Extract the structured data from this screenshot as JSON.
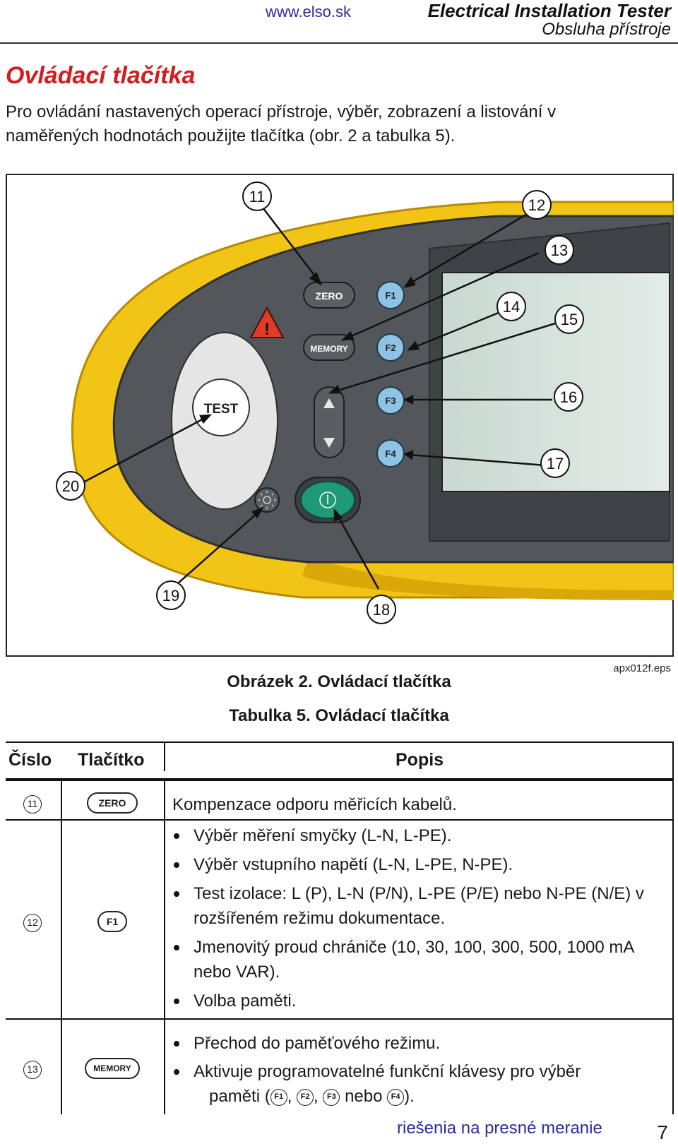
{
  "header": {
    "url": "www.elso.sk",
    "title": "Electrical Installation Tester",
    "subtitle": "Obsluha přístroje"
  },
  "section": {
    "title": "Ovládací tlačítka",
    "intro": "Pro ovládání nastavených operací přístroje, výběr, zobrazení a listování v naměřených hodnotách použijte tlačítka (obr. 2 a tabulka 5)."
  },
  "figure": {
    "buttons": {
      "zero": "ZERO",
      "memory": "MEMORY",
      "test": "TEST",
      "f1": "F1",
      "f2": "F2",
      "f3": "F3",
      "f4": "F4",
      "warning": "!"
    },
    "callouts": [
      "11",
      "12",
      "13",
      "14",
      "15",
      "16",
      "17",
      "18",
      "19",
      "20"
    ],
    "caption": "Obrázek 2. Ovládací tlačítka",
    "file": "apx012f.eps",
    "colors": {
      "housing": "#f2c416",
      "panel": "#53575c",
      "fkey": "#8fc3e6",
      "power": "#1e9a78",
      "warning": "#e23a23"
    }
  },
  "table": {
    "caption": "Tabulka 5. Ovládací tlačítka",
    "headers": [
      "Číslo",
      "Tlačítko",
      "Popis"
    ],
    "rows": [
      {
        "num": "11",
        "key": "ZERO",
        "text": "Kompenzace odporu měřicích kabelů."
      },
      {
        "num": "12",
        "key": "F1",
        "bullets": [
          "Výběr měření smyčky (L-N, L-PE).",
          "Výběr vstupního napětí (L-N, L-PE, N-PE).",
          "Test izolace: L (P), L-N (P/N), L-PE (P/E) nebo N-PE (N/E) v rozšířeném režimu dokumentace.",
          "Jmenovitý proud chrániče (10, 30, 100, 300, 500, 1000 mA nebo VAR).",
          "Volba paměti."
        ]
      },
      {
        "num": "13",
        "key": "MEMORY",
        "bullets": [
          "Přechod do paměťového režimu.",
          "Aktivuje programovatelné funkční klávesy pro výběr"
        ],
        "continuation": {
          "prefix": "paměti (",
          "keys": [
            "F1",
            "F2",
            "F3",
            "F4"
          ],
          "sep1": ",",
          "sep2": ",",
          "conj": "nebo",
          "suffix": ")."
        }
      }
    ]
  },
  "footer": {
    "link": "riešenia na presné meranie",
    "page": "7"
  }
}
